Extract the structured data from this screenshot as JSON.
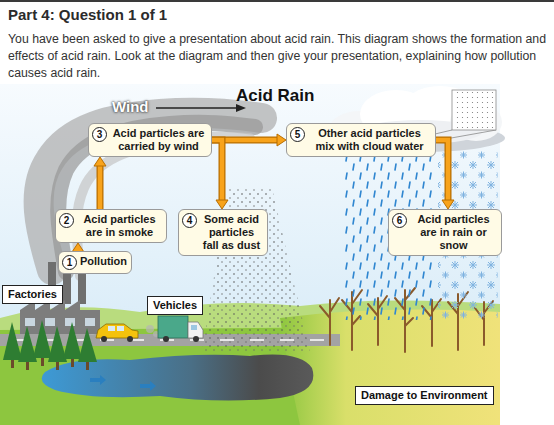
{
  "diagram": {
    "title": "Part 4: Question 1 of 1",
    "caption": "You have been asked to give a presentation about acid rain. This diagram shows the formation and effects of acid rain. Look at the diagram and then give your presentation, explaining how pollution causes acid rain.",
    "nodes": [
      {
        "text": [
          "3",
          "Acid particles are carried by wind"
        ]
      },
      {
        "text": [
          "5",
          "Other acid particles mix with cloud water"
        ]
      },
      {
        "text": [
          "2",
          "Acid particles are in smoke"
        ]
      },
      {
        "text": [
          "4",
          "Some acid particles fall as dust"
        ]
      },
      {
        "text": [
          "6",
          "Acid particles are in rain or snow"
        ]
      },
      {
        "text": [
          "1",
          "Pollution"
        ]
      },
      {
        "text": [
          "Factories"
        ]
      },
      {
        "text": [
          "Vehicles"
        ]
      },
      {
        "text": [
          "Damage to Environment"
        ]
      }
    ],
    "edges": [
      {
        "from": 5,
        "to": 2,
        "arrow": "to"
      },
      {
        "from": 2,
        "to": 0,
        "arrow": "to"
      },
      {
        "from": 0,
        "to": 1,
        "arrow": "to"
      },
      {
        "from": 0,
        "to": 3,
        "arrow": "to"
      },
      {
        "from": 1,
        "to": 4,
        "arrow": "to"
      }
    ],
    "labels": [
      "Acid Rain",
      "Wind"
    ]
  }
}
